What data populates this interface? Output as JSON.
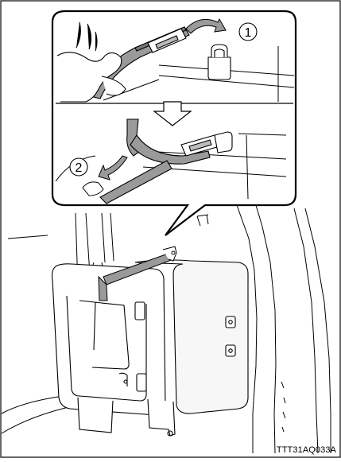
{
  "figure": {
    "steps": [
      {
        "number": "1"
      },
      {
        "number": "2"
      }
    ],
    "code": "TTT31AQ033A"
  }
}
